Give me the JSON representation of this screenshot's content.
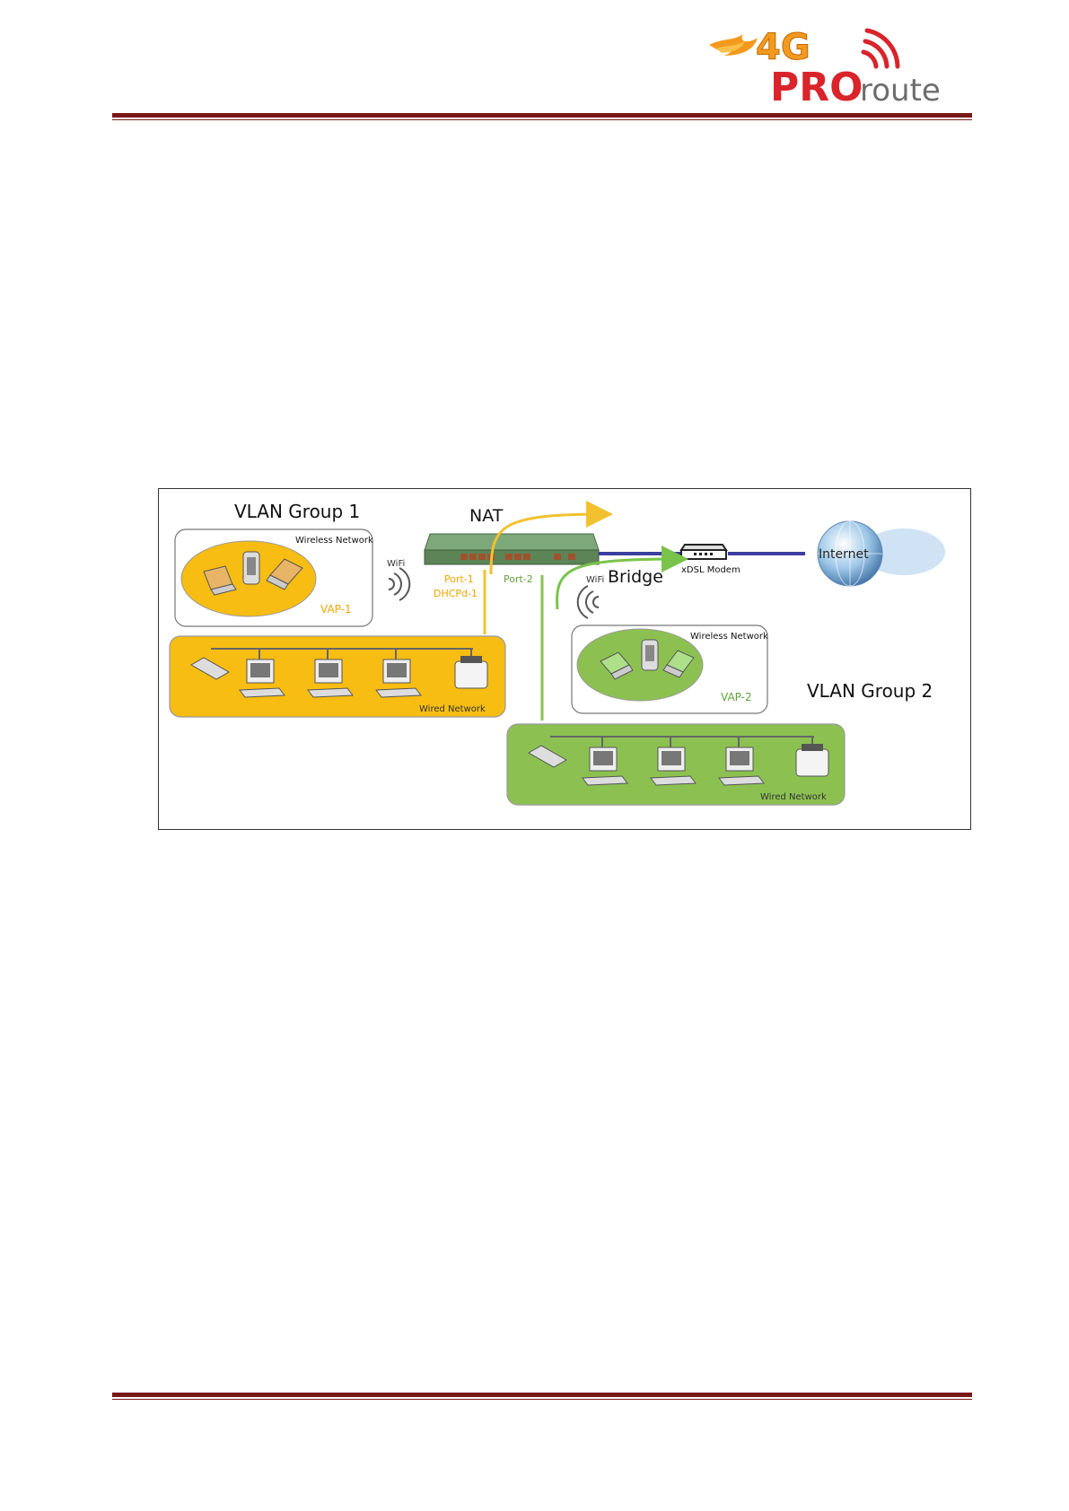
{
  "header": {
    "logo_text_4g": "4G",
    "logo_text_pro": "PRO",
    "logo_text_route": "route",
    "accent_orange": "#f39a1e",
    "accent_red": "#d8242a"
  },
  "figure": {
    "vlan_group_1": "VLAN Group 1",
    "vlan_group_2": "VLAN Group 2",
    "nat": "NAT",
    "bridge": "Bridge",
    "wifi_left": "WiFi",
    "wifi_right": "WiFi",
    "port_1": "Port-1",
    "dhcpd_1": "DHCPd-1",
    "port_2": "Port-2",
    "xdsl_modem": "xDSL Modem",
    "internet": "Internet",
    "wireless_network_1": "Wireless Network",
    "vap_1": "VAP-1",
    "wired_network_1": "Wired Network",
    "wireless_network_2": "Wireless Network",
    "vap_2": "VAP-2",
    "wired_network_2": "Wired Network",
    "colors": {
      "group1": "#f7bd12",
      "group2": "#8cc152",
      "nat_arrow": "#f2c12e",
      "bridge_arrow": "#79c34a",
      "wan_line": "#3b3fa0"
    }
  }
}
